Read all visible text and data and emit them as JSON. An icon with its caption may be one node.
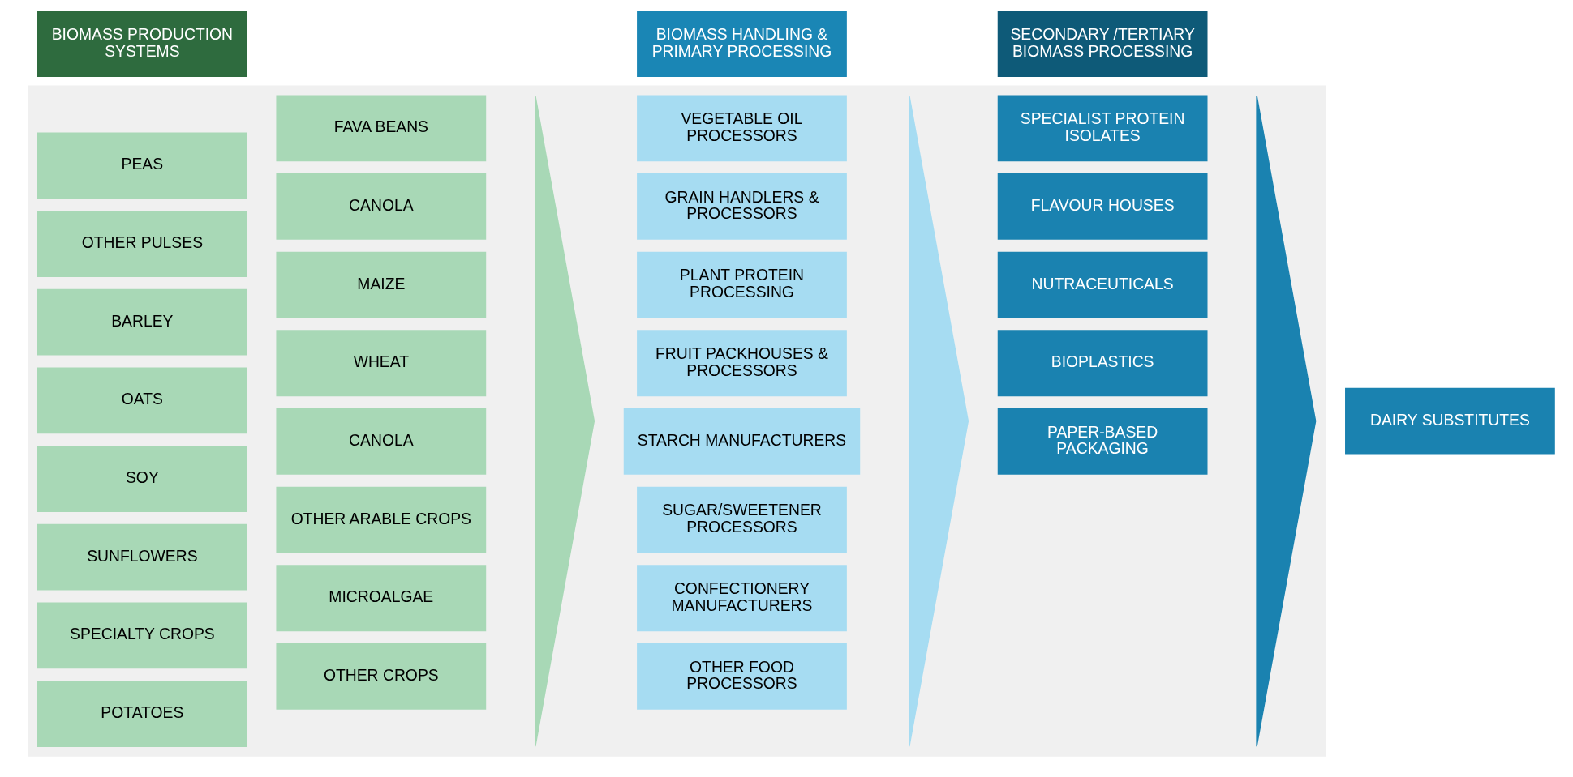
{
  "diagram": {
    "nodes": [
      {
        "text": [
          "BIOMASS PRODUCTION SYSTEMS"
        ]
      },
      {
        "text": [
          "BIOMASS HANDLING & PRIMARY PROCESSING"
        ]
      },
      {
        "text": [
          "SECONDARY /TERTIARY BIOMASS PROCESSING"
        ]
      },
      {
        "text": [],
        "shape": "arrow"
      },
      {
        "text": [
          "PEAS"
        ],
        "in": 3
      },
      {
        "text": [
          "FAVA BEANS"
        ],
        "in": 3
      },
      {
        "text": [
          "OTHER PULSES"
        ],
        "in": 3
      },
      {
        "text": [
          "CANOLA"
        ],
        "in": 3
      },
      {
        "text": [
          "BARLEY"
        ],
        "in": 3
      },
      {
        "text": [
          "MAIZE"
        ],
        "in": 3
      },
      {
        "text": [
          "OATS"
        ],
        "in": 3
      },
      {
        "text": [
          "WHEAT"
        ],
        "in": 3
      },
      {
        "text": [
          "SOY"
        ],
        "in": 3
      },
      {
        "text": [
          "CANOLA"
        ],
        "in": 3
      },
      {
        "text": [
          "SUNFLOWERS"
        ],
        "in": 3
      },
      {
        "text": [
          "OTHER ARABLE CROPS"
        ],
        "in": 3
      },
      {
        "text": [
          "SPECIALTY CROPS"
        ],
        "in": 3
      },
      {
        "text": [
          "MICROALGAE"
        ],
        "in": 3
      },
      {
        "text": [
          "POTATOES"
        ],
        "in": 3
      },
      {
        "text": [
          "OTHER CROPS"
        ],
        "in": 3
      },
      {
        "text": [],
        "shape": "chevron",
        "in": 3
      },
      {
        "text": [
          "VEGETABLE OIL PROCESSORS"
        ],
        "in": 3
      },
      {
        "text": [
          "GRAIN HANDLERS & PROCESSORS"
        ],
        "in": 3
      },
      {
        "text": [
          "PLANT PROTEIN PROCESSING"
        ],
        "in": 3
      },
      {
        "text": [
          "FRUIT PACKHOUSES & PROCESSORS"
        ],
        "in": 3
      },
      {
        "text": [
          "STARCH MANUFACTURERS"
        ],
        "in": 3
      },
      {
        "text": [
          "SUGAR/SWEETENER PROCESSORS"
        ],
        "in": 3
      },
      {
        "text": [
          "CONFECTIONERY MANUFACTURERS"
        ],
        "in": 3
      },
      {
        "text": [
          "OTHER FOOD PROCESSORS"
        ],
        "in": 3
      },
      {
        "text": [],
        "shape": "chevron",
        "in": 3
      },
      {
        "text": [
          "SPECIALIST PROTEIN ISOLATES"
        ],
        "in": 3
      },
      {
        "text": [
          "FLAVOUR HOUSES"
        ],
        "in": 3
      },
      {
        "text": [
          "NUTRACEUTICALS"
        ],
        "in": 3
      },
      {
        "text": [
          "BIOPLASTICS"
        ],
        "in": 3
      },
      {
        "text": [
          "PAPER-BASED PACKAGING"
        ],
        "in": 3
      },
      {
        "text": [],
        "shape": "chevron",
        "in": 3
      },
      {
        "text": [
          "DAIRY SUBSTITUTES"
        ]
      }
    ]
  }
}
